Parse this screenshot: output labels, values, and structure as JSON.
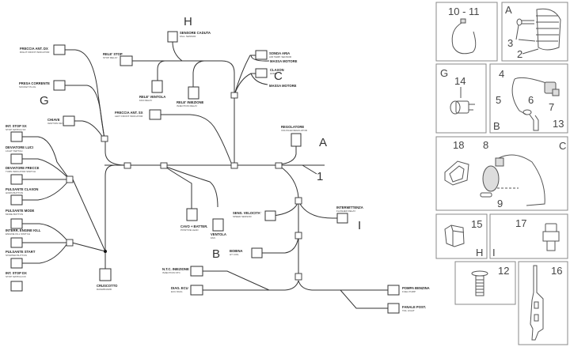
{
  "title": "Electrical system wiring diagram",
  "zones": {
    "H": "H",
    "C": "C",
    "G": "G",
    "A": "A",
    "B": "B",
    "I": "I"
  },
  "callout_main_harness": "1",
  "connectors": {
    "freccia_ant_dx": {
      "label": "FRECCIA ANT. DX",
      "sub": "RIGHT FRONT INDICATOR"
    },
    "presa_corrente": {
      "label": "PRESA CORRENTE",
      "sub": "SOCKET PLUG"
    },
    "chiave": {
      "label": "CHIAVE",
      "sub": "IGNITION KEY"
    },
    "int_stop_sx": {
      "label": "INT. STOP SX",
      "sub": "STOP SWITCH SX"
    },
    "deviatore_luci": {
      "label": "DEVIATORE LUCI",
      "sub": "LIGHT SWITCH"
    },
    "deviatore_frecce": {
      "label": "DEVIATORE FRECCE",
      "sub": "TURN INDICATOR SWITCH"
    },
    "pulsante_claxon": {
      "label": "PULSANTE CLAXON",
      "sub": "HORN BUTTON"
    },
    "pulsante_mode": {
      "label": "PULSANTE MODE",
      "sub": "MODE BUTTON"
    },
    "interr_engine_kill": {
      "label": "INTERR. ENGINE KILL",
      "sub": "ENGINE KILL SWITCH"
    },
    "pulsante_start": {
      "label": "PULSANTE START",
      "sub": "STARTER BUTTON"
    },
    "int_stop_dx": {
      "label": "INT. STOP DX",
      "sub": "STOP SWITCH DX"
    },
    "cruscotto": {
      "label": "CRUSCOTTO",
      "sub": "DASHBOARD"
    },
    "rele_stop": {
      "label": "RELE' STOP",
      "sub": "STOP RELAY"
    },
    "sensore_caduta": {
      "label": "SENSORE CADUTA",
      "sub": "FALL SENSOR"
    },
    "rele_ventola": {
      "label": "RELE' VENTOLA",
      "sub": "FAN RELAY"
    },
    "rele_iniezione": {
      "label": "RELE' INIEZIONE",
      "sub": "INJECTION RELAY"
    },
    "freccia_ant_sx": {
      "label": "FRECCIA ANT. SX",
      "sub": "LEFT FRONT INDICATOR"
    },
    "sonda_aria": {
      "label": "SONDA ARIA",
      "sub": "AIR TEMP. SENSOR"
    },
    "massa_motore_1": {
      "label": "MASSA MOTORE",
      "sub": ""
    },
    "claxon": {
      "label": "CLAXON",
      "sub": "HORN"
    },
    "massa_motore_2": {
      "label": "MASSA MOTORE",
      "sub": ""
    },
    "regolatore": {
      "label": "REGOLATORE",
      "sub": "VOLTAGE REGULATOR"
    },
    "cavo_batter": {
      "label": "CAVO + BATTER.",
      "sub": "POSITIVE LEAD"
    },
    "ventola": {
      "label": "VENTOLA",
      "sub": "FAN"
    },
    "sens_velocita": {
      "label": "SENS. VELOCITA'",
      "sub": "SPEED SENSOR"
    },
    "intermittenza": {
      "label": "INTERMITTENZA",
      "sub": "FLASHER RELAY"
    },
    "bobina": {
      "label": "BOBINA",
      "sub": "HT COIL"
    },
    "ntc_iniezione": {
      "label": "N.T.C. INIEZIONE",
      "sub": "INJECTION NTC"
    },
    "diag_ecu": {
      "label": "DIAG. ECU",
      "sub": "ECU DIAG"
    },
    "pompa_benzina": {
      "label": "POMPA BENZINA",
      "sub": "FUEL PUMP"
    },
    "fanale_post": {
      "label": "FANALE POST.",
      "sub": "TAIL LIGHT"
    }
  },
  "parts_panels": [
    {
      "id": "p10",
      "numbers": [
        "10 - 11"
      ],
      "zone": "",
      "part": "cable-clamp"
    },
    {
      "id": "pA",
      "numbers": [
        "3",
        "2"
      ],
      "zone": "A",
      "part": "voltage-regulator"
    },
    {
      "id": "pG",
      "numbers": [
        "14"
      ],
      "zone": "G",
      "part": "power-socket"
    },
    {
      "id": "pB",
      "numbers": [
        "4",
        "5",
        "6",
        "7",
        "13"
      ],
      "zone": "B",
      "part": "ignition-coil"
    },
    {
      "id": "pC",
      "numbers": [
        "18",
        "8",
        "9"
      ],
      "zone": "C",
      "part": "horn"
    },
    {
      "id": "pH",
      "numbers": [
        "15"
      ],
      "zone": "H",
      "part": "fall-sensor"
    },
    {
      "id": "pI",
      "numbers": [
        "17"
      ],
      "zone": "I",
      "part": "flasher-relay"
    },
    {
      "id": "p12",
      "numbers": [
        "12"
      ],
      "zone": "",
      "part": "screw"
    },
    {
      "id": "p16",
      "numbers": [
        "16"
      ],
      "zone": "",
      "part": "harness-clip"
    }
  ]
}
